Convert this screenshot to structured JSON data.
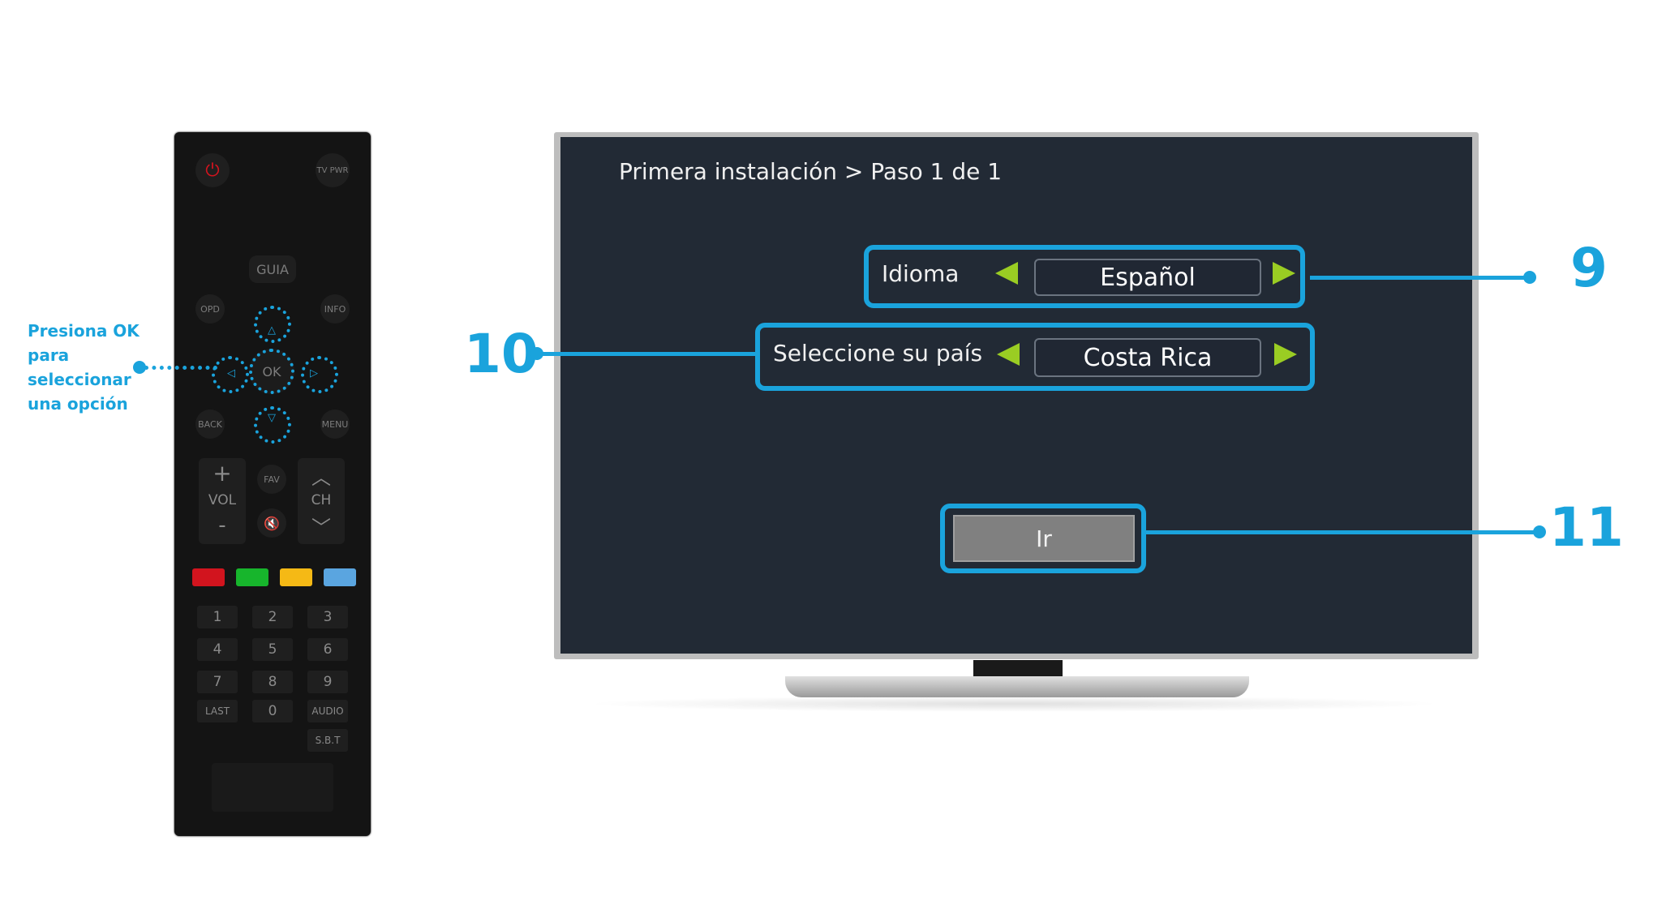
{
  "remote": {
    "tv_pwr": "TV PWR",
    "guia": "GUIA",
    "opd": "OPD",
    "info": "INFO",
    "ok": "OK",
    "back": "BACK",
    "menu": "MENU",
    "vol": "VOL",
    "ch": "CH",
    "fav": "FAV",
    "plus": "+",
    "minus": "-",
    "keys": [
      "1",
      "2",
      "3",
      "4",
      "5",
      "6",
      "7",
      "8",
      "9"
    ],
    "last": "LAST",
    "zero": "0",
    "audio": "AUDIO",
    "sbt": "S.B.T",
    "color_keys": [
      "#d2141e",
      "#17b52c",
      "#f5b915",
      "#5aa5e0"
    ]
  },
  "hint": {
    "text": "Presiona OK para seleccionar una opción"
  },
  "tv": {
    "breadcrumb": "Primera instalación > Paso 1 de 1",
    "language": {
      "label": "Idioma",
      "value": "Español"
    },
    "country": {
      "label": "Seleccione su país",
      "value": "Costa Rica"
    },
    "go_button": "Ir"
  },
  "callouts": {
    "language": "9",
    "country": "10",
    "go": "11"
  },
  "colors": {
    "accent": "#1aa3dc",
    "arrow": "#9acd23",
    "screen": "#222a35"
  }
}
